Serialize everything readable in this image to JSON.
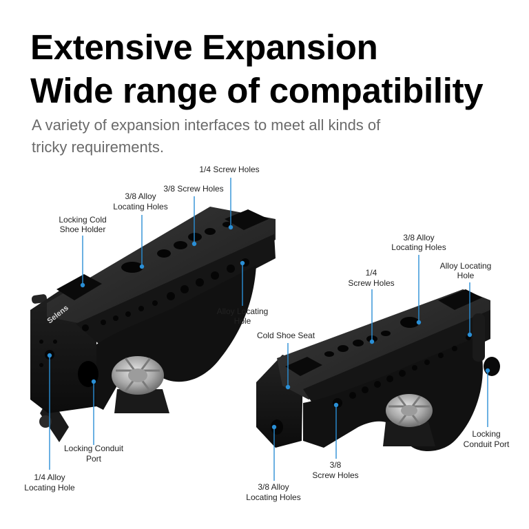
{
  "header": {
    "title_line1": "Extensive Expansion",
    "title_line2": "Wide range of compatibility",
    "subtitle_line1": "A variety of expansion interfaces to meet all kinds of",
    "subtitle_line2": "tricky requirements."
  },
  "product": {
    "brand_mark": "Selens"
  },
  "callouts": {
    "left": {
      "screw_1_4": "1/4 Screw Holes",
      "screw_3_8": "3/8 Screw Holes",
      "alloy_3_8_a": "3/8 Alloy",
      "alloy_3_8_b": "Locating Holes",
      "cold_shoe_a": "Locking Cold",
      "cold_shoe_b": "Shoe Holder",
      "alloy_hole_a": "Alloy Locating",
      "alloy_hole_b": "Hole",
      "conduit_a": "Locking Conduit",
      "conduit_b": "Port",
      "alloy_1_4_a": "1/4 Alloy",
      "alloy_1_4_b": "Locating Hole"
    },
    "right": {
      "alloy_3_8_a": "3/8 Alloy",
      "alloy_3_8_b": "Locating Holes",
      "alloy_hole_a": "Alloy Locating",
      "alloy_hole_b": "Hole",
      "screw_1_4_a": "1/4",
      "screw_1_4_b": "Screw Holes",
      "cold_shoe_seat": "Cold Shoe Seat",
      "conduit_a": "Locking",
      "conduit_b": "Conduit Port",
      "screw_3_8_a": "3/8",
      "screw_3_8_b": "Screw Holes",
      "alloy_3_8_bottom_a": "3/8 Alloy",
      "alloy_3_8_bottom_b": "Locating Holes"
    }
  },
  "colors": {
    "callout_line": "#2a8fd6",
    "product_dark": "#1b1b1b",
    "title": "#000000",
    "subtitle": "#6a6a6a"
  }
}
